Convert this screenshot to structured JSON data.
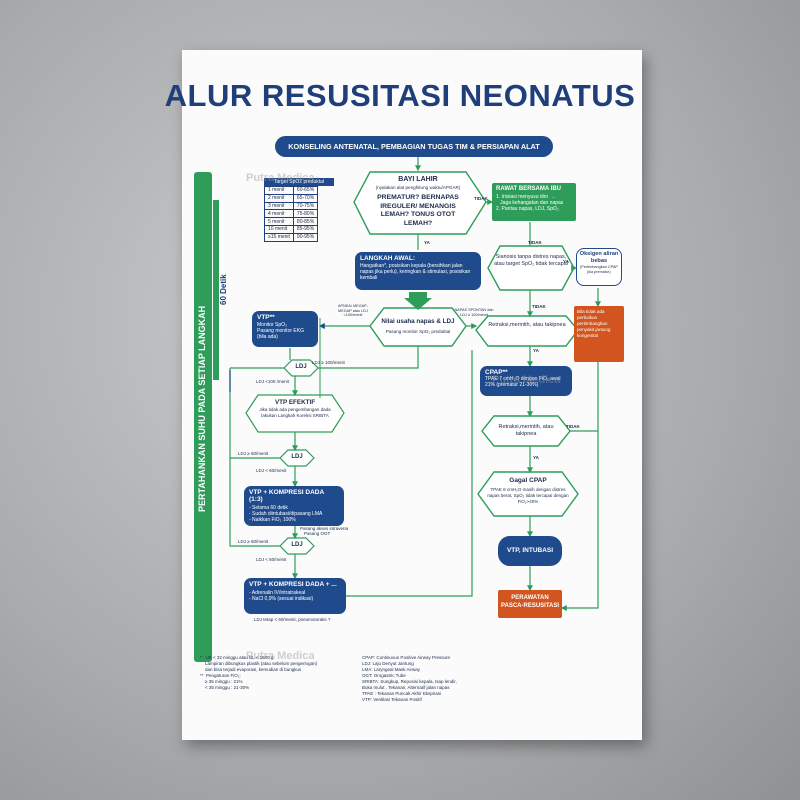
{
  "title": "ALUR RESUSITASI NEONATUS",
  "top_banner": "KONSELING ANTENATAL, PEMBAGIAN TUGAS TIM & PERSIAPAN ALAT",
  "sidebar": {
    "label": "PERTAHANKAN SUHU PADA SETIAP LANGKAH",
    "inner_label": "60 Detik"
  },
  "spo2_table": {
    "header": "Target SpO2 preduktal",
    "rows": [
      [
        "1 menit",
        "60-65%"
      ],
      [
        "2 menit",
        "65-70%"
      ],
      [
        "3 menit",
        "70-75%"
      ],
      [
        "4 menit",
        "75-80%"
      ],
      [
        "5 menit",
        "80-85%"
      ],
      [
        "10 menit",
        "85-95%"
      ],
      [
        "≥15 menit",
        "90-95%"
      ]
    ]
  },
  "nodes": {
    "bayi_lahir": {
      "title": "BAYI LAHIR",
      "sub": "(nyalakan alat penghitung waktu/APGAR)",
      "q": "PREMATUR? BERNAPAS IREGULER/ MENANGIS LEMAH? TONUS OTOT LEMAH?"
    },
    "rawat_bersama": {
      "title": "RAWAT BERSAMA IBU",
      "items": [
        "1. Inisiasi menyusu dini  →",
        "   Jaga kehangatan dan napas",
        "2. Pantau napas, LDJ, SpO₂"
      ]
    },
    "langkah_awal": {
      "title": "LANGKAH AWAL:",
      "text": "Hangatkan*, posisikan kepala (bersihkan jalan napas jika perlu), keringkan & stimulasi, posisikan kembali"
    },
    "vtp": {
      "title": "VTP**",
      "text": "Monitor SpO₂\nPasang monitor EKG (bila ada)"
    },
    "nilai_napas": {
      "title": "Nilai usaha napas & LDJ",
      "sub": "Pasang monitor SpO₂ preduktal"
    },
    "sianosis": {
      "text": "Sianosis tanpa distres napas, atau target SpO₂ tidak tercapai"
    },
    "oksigen": {
      "title": "Oksigen aliran bebas",
      "sub": "(Pertimbangkan CPAP jika prematur)"
    },
    "bila_tidak": {
      "text": "Bila tidak ada perbaikan pertimbangkan penyakit jantung kongenital"
    },
    "retraksi1": {
      "text": "Retraksi,merintih, atau takipnea"
    },
    "cpap": {
      "title": "CPAP**",
      "text": "TPAE 7 cmH₂O dengan FiO₂ awal 21% (prematur 21-30%)"
    },
    "retraksi2": {
      "text": "Retraksi,merintih, atau takipnea"
    },
    "gagal_cpap": {
      "title": "Gagal CPAP",
      "text": "TPAE 8 cmH₂O masih dengan distres napas berat, SpO₂ tidak tercapai dengan FiO₂>40%"
    },
    "vtp_intubasi": {
      "title": "VTP, INTUBASI"
    },
    "perawatan": {
      "title": "PERAWATAN PASCA-RESUSITASI"
    },
    "ldj1": {
      "title": "LDJ"
    },
    "vtp_efektif": {
      "title": "VTP EFEKTIF",
      "text": "Jika tidak ada pengembangan dada lakukan Langkah Koreksi SRIBTA"
    },
    "ldj2": {
      "title": "LDJ"
    },
    "vtp_kompresi": {
      "title": "VTP + KOMPRESI DADA (1:3)",
      "items": [
        "- Selama 60 detik",
        "- Sudah diintubasi/dipasang LMA",
        "- Naikkan FiO₂ 100%"
      ]
    },
    "ldj3": {
      "title": "LDJ"
    },
    "vtp_kompresi2": {
      "title": "VTP + KOMPRESI DADA + ...",
      "items": [
        "- Adrenalin IV/intratrakeal",
        "- NaCl 0,9% (sesuai indikasi)"
      ]
    }
  },
  "edge_labels": {
    "tidak1": "TIDAK",
    "ya1": "YA",
    "tidak2": "TIDAK",
    "ya2": "YA",
    "apnea": "APNEA/ MEGAP-MEGAP atau LDJ <100/menit",
    "napas_spontan": "NAPAS SPONTAN dan LDJ ≥ 100/menit",
    "ldj_ge100": "LDJ ≥ 100/menit",
    "ldj_lt100": "LDJ <100 /menit",
    "ldj_ge60_1": "LDJ ≥ 60/menit",
    "ldj_lt60_1": "LDJ < 60/menit",
    "pasang_akses": "Pasang akses intravena",
    "pasang_ogt": "Pasang OGT",
    "ldj_ge60_2": "LDJ ≥ 60/menit",
    "ldj_lt60_2": "LDJ < 60/menit",
    "ldj_tetap": "LDJ tetap < 60/menit, pneumotoraks ?",
    "tidak3": "TIDAK",
    "ya3": "YA",
    "tidak4": "TIDAK",
    "ya4": "YA"
  },
  "footnotes_left": [
    "*   UK < 32 minggu atau BL < 1500 g:",
    "    Lampiran dibungkus plastik (atau sebelum pengeringan)",
    "    dan bisa terjadi evaporasi, kemudian di bungkus",
    "**  Pengaturan FiO₂:",
    "    ≥ 35 minggu : 21%",
    "    < 35 minggu : 21-30%"
  ],
  "footnotes_right": [
    "CPAP: Continuous Positive Airway Pressure",
    "LDJ: Laju Denyut Jantung",
    "LMA: Laryngeal Mask Airway",
    "OGT: Orogastric Tube",
    "SRIBTA: Sungkup, Reposisi kepala, Isap lendir,",
    "Buka mulut , Tekanan, Alternatif jalan napas",
    "TPAE : Tekanan Puncak Akhir Ekspirasi",
    "VTP: Ventilasi Tekanan Positif"
  ],
  "watermark": "Putra Medica",
  "colors": {
    "navy": "#1f4a8c",
    "green": "#2f9d5a",
    "orange": "#d2551f",
    "title": "#1f3f7a"
  }
}
